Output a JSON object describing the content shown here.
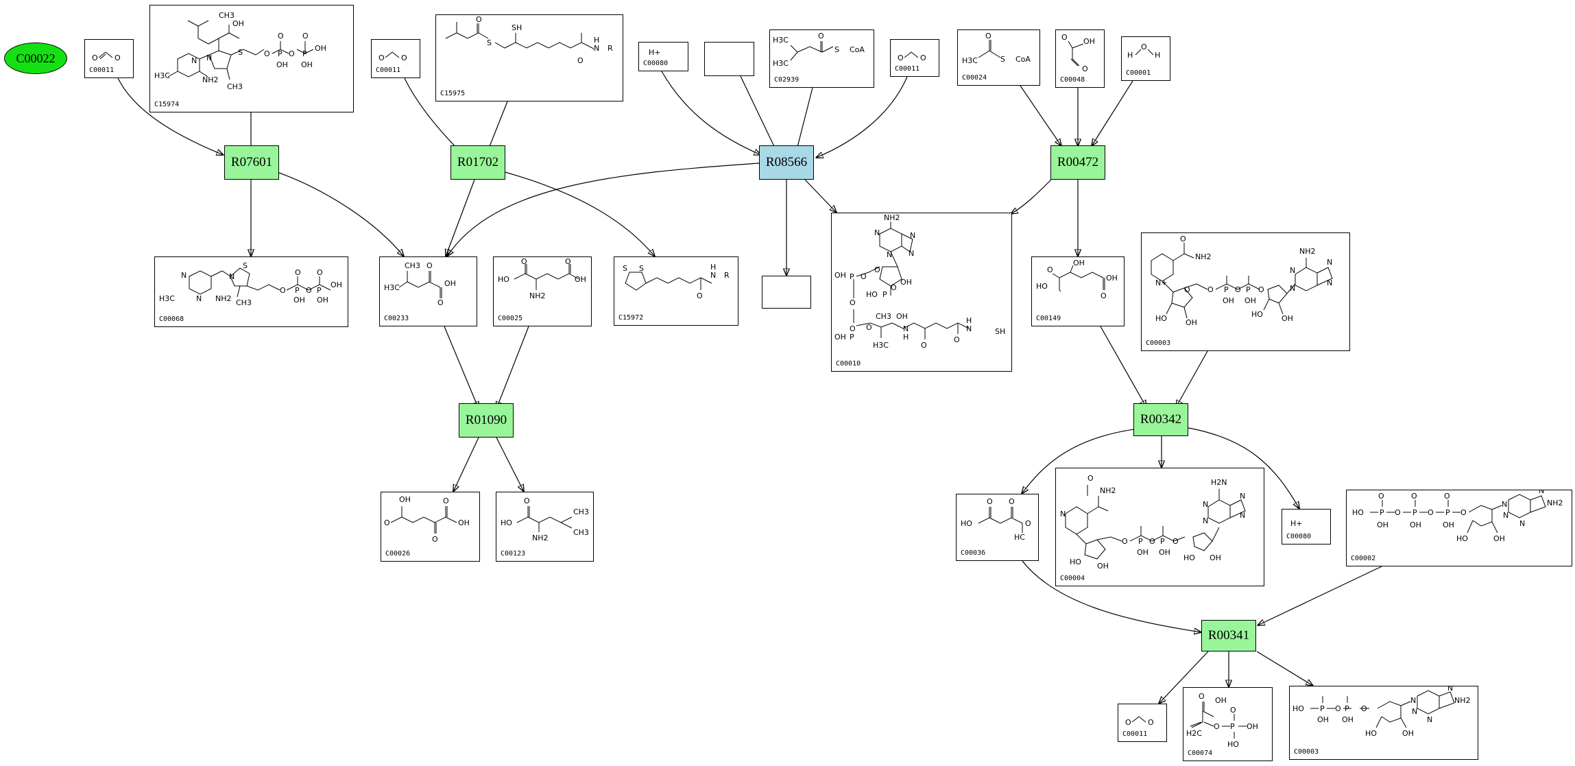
{
  "seed": {
    "label": "C00022"
  },
  "reactions": {
    "R07601": {
      "label": "R07601",
      "color": "#99f599"
    },
    "R01702": {
      "label": "R01702",
      "color": "#99f599"
    },
    "R08566": {
      "label": "R08566",
      "color": "#a9d8e6"
    },
    "R00472": {
      "label": "R00472",
      "color": "#99f599"
    },
    "R01090": {
      "label": "R01090",
      "color": "#99f599"
    },
    "R00342": {
      "label": "R00342",
      "color": "#99f599"
    },
    "R00341": {
      "label": "R00341",
      "color": "#99f599"
    }
  },
  "compounds": {
    "c00011_a": {
      "id": "C00011",
      "atoms": [
        "O",
        "O"
      ]
    },
    "c15974": {
      "id": "C15974",
      "atoms": [
        "CH3",
        "OH",
        "S",
        "N",
        "N",
        "NH2",
        "CH3",
        "H3C",
        "O",
        "P",
        "O",
        "P",
        "OH",
        "O",
        "OH",
        "OH",
        "O",
        "O"
      ]
    },
    "c00011_b": {
      "id": "C00011",
      "atoms": [
        "O",
        "O"
      ]
    },
    "c15975": {
      "id": "C15975",
      "atoms": [
        "S",
        "SH",
        "O",
        "N",
        "H",
        "R",
        "O"
      ]
    },
    "c00080_a": {
      "id": "C00080",
      "atoms": [
        "H+"
      ]
    },
    "c02939": {
      "id": "C02939",
      "atoms": [
        "H3C",
        "H3C",
        "O",
        "S",
        "CoA"
      ]
    },
    "c00011_c": {
      "id": "C00011",
      "atoms": [
        "O",
        "O"
      ]
    },
    "c00024": {
      "id": "C00024",
      "atoms": [
        "H3C",
        "O",
        "S",
        "CoA"
      ]
    },
    "c00048": {
      "id": "C00048",
      "atoms": [
        "O",
        "OH",
        "O"
      ]
    },
    "c00001": {
      "id": "C00001",
      "atoms": [
        "H",
        "O",
        "H"
      ]
    },
    "c00068": {
      "id": "C00068",
      "atoms": [
        "N",
        "N",
        "H3C",
        "NH2",
        "S",
        "N",
        "CH3",
        "O",
        "P",
        "O",
        "P",
        "OH",
        "O",
        "OH",
        "O",
        "OH"
      ]
    },
    "c00233": {
      "id": "C00233",
      "atoms": [
        "CH3",
        "H3C",
        "O",
        "OH",
        "O"
      ]
    },
    "c00025": {
      "id": "C00025",
      "atoms": [
        "O",
        "HO",
        "NH2",
        "O",
        "OH"
      ]
    },
    "c15972": {
      "id": "C15972",
      "atoms": [
        "S",
        "S",
        "N",
        "H",
        "R",
        "O"
      ]
    },
    "c00010": {
      "id": "C00010",
      "atoms": [
        "NH2",
        "N",
        "N",
        "N",
        "N",
        "OH",
        "O",
        "P",
        "O",
        "HO",
        "P",
        "O",
        "OH",
        "O",
        "O",
        "P",
        "OH",
        "OH",
        "H3C",
        "CH3",
        "O",
        "N",
        "H",
        "N",
        "H",
        "SH",
        "O",
        "O"
      ]
    },
    "c00149": {
      "id": "C00149",
      "atoms": [
        "OH",
        "O",
        "HO",
        "O",
        "OH"
      ]
    },
    "c00003_a": {
      "id": "C00003",
      "atoms": [
        "O",
        "NH2",
        "N+",
        "NH2",
        "N",
        "N",
        "N",
        "N",
        "O",
        "P",
        "O",
        "P",
        "O",
        "OH",
        "OH",
        "O",
        "HO",
        "OH",
        "HO",
        "OH"
      ]
    },
    "c00026": {
      "id": "C00026",
      "atoms": [
        "OH",
        "O",
        "O",
        "O",
        "OH"
      ]
    },
    "c00123": {
      "id": "C00123",
      "atoms": [
        "O",
        "HO",
        "NH2",
        "CH3",
        "CH3"
      ]
    },
    "c00036": {
      "id": "C00036",
      "atoms": [
        "O",
        "HO",
        "O",
        "O",
        "HC"
      ]
    },
    "c00004": {
      "id": "C00004",
      "atoms": [
        "O",
        "NH2",
        "N",
        "H2N",
        "N",
        "N",
        "N",
        "N",
        "O",
        "P",
        "O",
        "P",
        "O",
        "OH",
        "OH",
        "HO",
        "OH",
        "HO",
        "OH"
      ]
    },
    "c00080_b": {
      "id": "C00080",
      "atoms": [
        "H+"
      ]
    },
    "c00002": {
      "id": "C00002",
      "atoms": [
        "O",
        "O",
        "O",
        "HO",
        "P",
        "O",
        "P",
        "O",
        "P",
        "O",
        "OH",
        "OH",
        "OH",
        "N",
        "N",
        "NH2",
        "N",
        "N",
        "HO",
        "OH"
      ]
    },
    "c00011_d": {
      "id": "C00011",
      "atoms": [
        "O",
        "O"
      ]
    },
    "c00074": {
      "id": "C00074",
      "atoms": [
        "O",
        "OH",
        "H2C",
        "O",
        "P",
        "OH",
        "O",
        "HO"
      ]
    },
    "c00003_b": {
      "id": "C00003",
      "atoms": [
        "HO",
        "P",
        "O",
        "P",
        "O",
        "OH",
        "OH",
        "N",
        "N",
        "NH2",
        "N",
        "N",
        "HO",
        "OH"
      ]
    }
  }
}
